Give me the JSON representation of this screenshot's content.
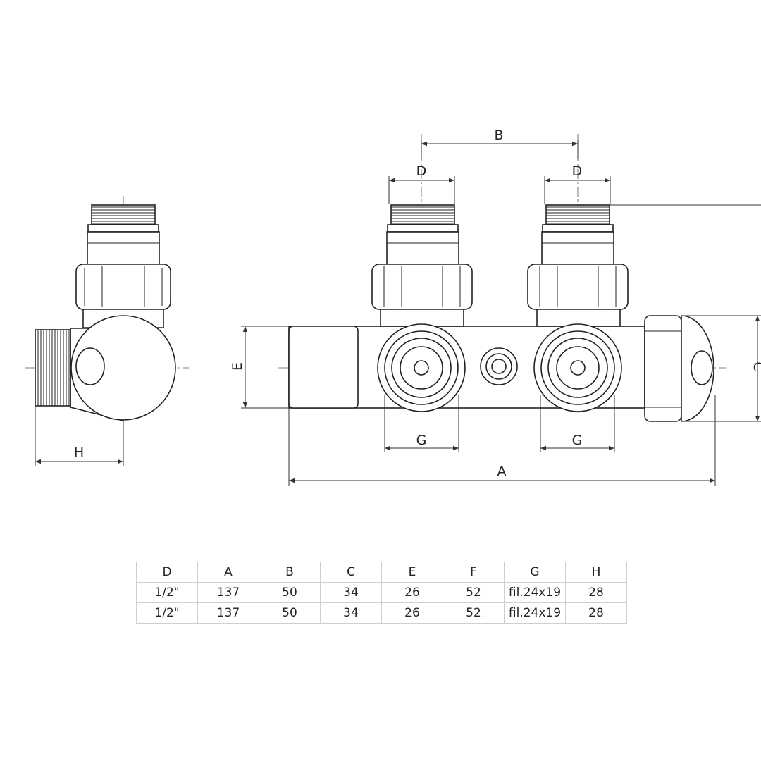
{
  "dimension_labels": {
    "b": "B",
    "d_left": "D",
    "d_right": "D",
    "e": "E",
    "c": "C",
    "g_left": "G",
    "g_right": "G",
    "a": "A",
    "h": "H"
  },
  "table": {
    "headers": [
      "D",
      "A",
      "B",
      "C",
      "E",
      "F",
      "G",
      "H"
    ],
    "rows": [
      [
        "1/2\"",
        "137",
        "50",
        "34",
        "26",
        "52",
        "fil.24x19",
        "28"
      ],
      [
        "1/2\"",
        "137",
        "50",
        "34",
        "26",
        "52",
        "fil.24x19",
        "28"
      ]
    ]
  },
  "colors": {
    "line": "#222222",
    "table_border": "#cfcfcf",
    "background": "#ffffff"
  }
}
